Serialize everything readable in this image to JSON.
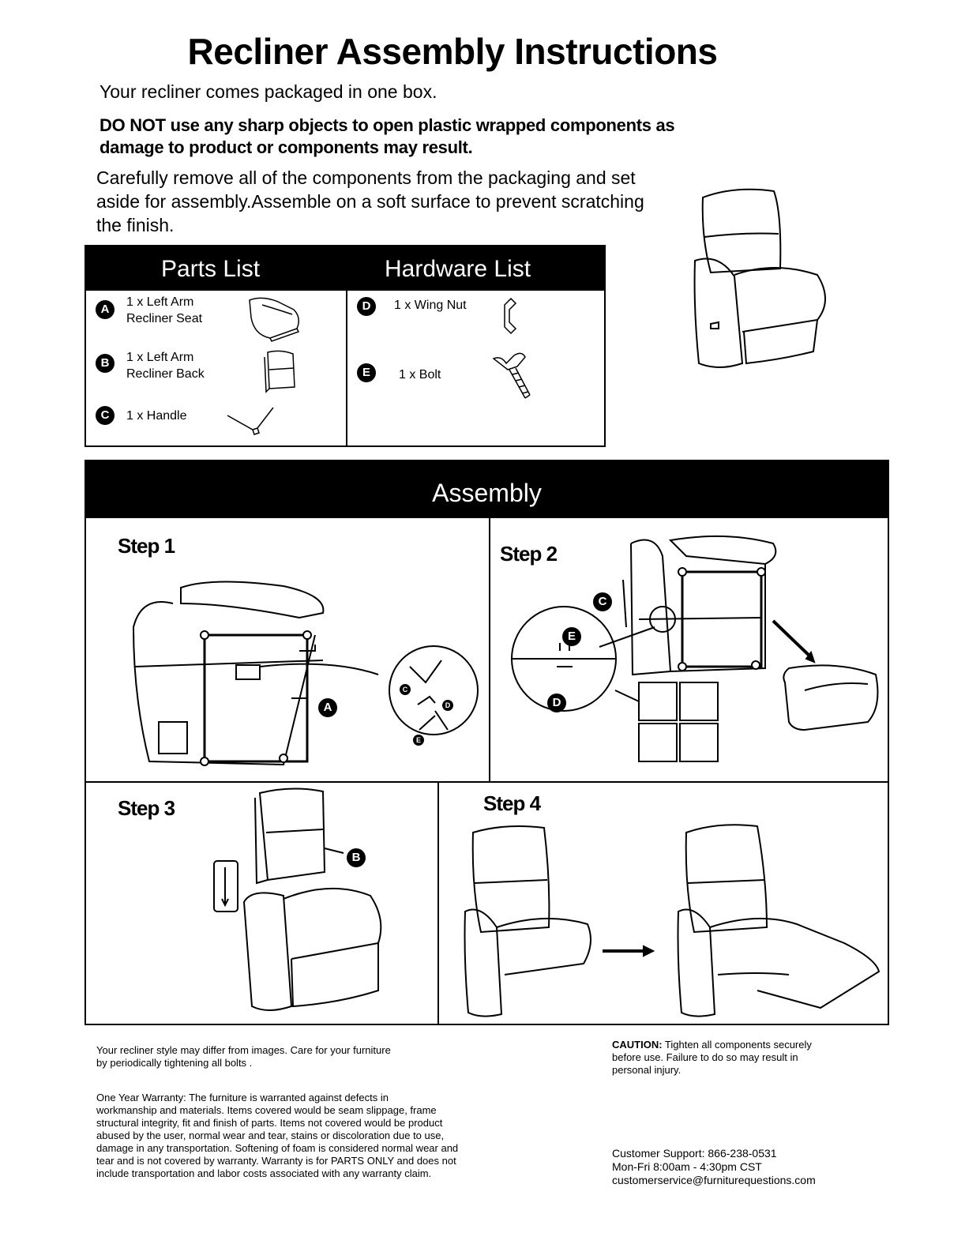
{
  "title": "Recliner Assembly Instructions",
  "subtitle": "Your recliner comes packaged in one box.",
  "warning": "DO NOT use any sharp objects to open plastic wrapped components as damage to product or components may result.",
  "intro": "Carefully remove all of the components from the packaging and set aside for assembly.Assemble on a soft surface to prevent scratching the finish.",
  "parts_list": {
    "heading": "Parts List",
    "items": [
      {
        "badge": "A",
        "line1": "1 x Left Arm",
        "line2": "Recliner Seat"
      },
      {
        "badge": "B",
        "line1": "1 x Left Arm",
        "line2": "Recliner Back"
      },
      {
        "badge": "C",
        "line1": "1 x Handle",
        "line2": ""
      }
    ]
  },
  "hardware_list": {
    "heading": "Hardware List",
    "items": [
      {
        "badge": "D",
        "label": "1 x Wing Nut"
      },
      {
        "badge": "E",
        "label": "1 x Bolt"
      }
    ]
  },
  "assembly": {
    "heading": "Assembly",
    "steps": [
      "Step 1",
      "Step 2",
      "Step 3",
      "Step 4"
    ],
    "callouts": {
      "a": "A",
      "b": "B",
      "c": "C",
      "d": "D",
      "e": "E"
    }
  },
  "footer": {
    "note_line1": "Your recliner style may differ from images. Care for your furniture",
    "note_line2": "by periodically tightening all bolts .",
    "warranty_lines": [
      "One Year Warranty: The furniture is warranted against defects in",
      "workmanship and materials. Items covered would be seam slippage, frame",
      "structural integrity, fit and finish of parts. Items not covered would be product",
      "abused by the user, normal wear and tear, stains or discoloration due to use,",
      "damage in any transportation. Softening of foam is considered normal wear and",
      "tear and is not covered by warranty. Warranty is for PARTS ONLY and does not",
      "include transportation and labor costs associated with any warranty claim."
    ],
    "caution_label": "CAUTION:",
    "caution_line1": " Tighten all components securely",
    "caution_line2": "before use. Failure to do so may result in",
    "caution_line3": "personal injury.",
    "support_line": "Customer Support: 866-238-0531",
    "hours_line": "Mon-Fri 8:00am - 4:30pm CST",
    "email_line": "customerservice@furniturequestions.com"
  }
}
